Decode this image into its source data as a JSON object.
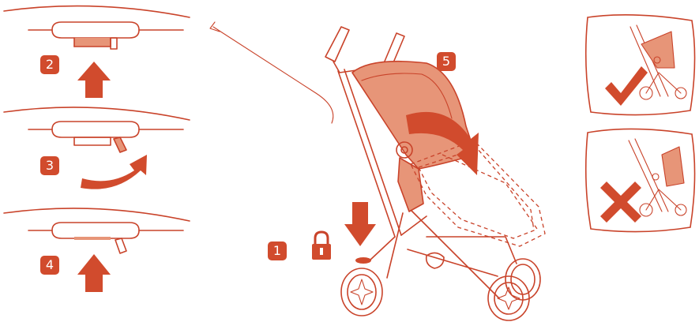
{
  "steps": {
    "s1": "1",
    "s2": "2",
    "s3": "3",
    "s4": "4",
    "s5": "5"
  },
  "icons": {
    "lock": "lock-icon",
    "check": "check-icon",
    "cross": "cross-icon"
  },
  "colors": {
    "primary": "#d14b2d",
    "light": "#e79578",
    "line": "#c9432a"
  }
}
